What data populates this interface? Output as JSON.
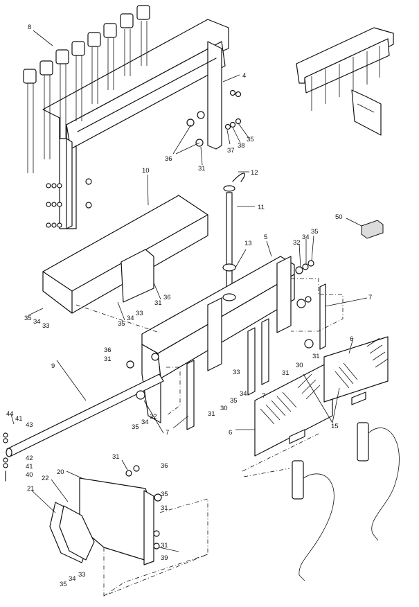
{
  "callouts": [
    {
      "id": "c8",
      "text": "8"
    },
    {
      "id": "c4",
      "text": "4"
    },
    {
      "id": "c36a",
      "text": "36"
    },
    {
      "id": "c31a",
      "text": "31"
    },
    {
      "id": "c37",
      "text": "37"
    },
    {
      "id": "c38",
      "text": "38"
    },
    {
      "id": "c35a",
      "text": "35"
    },
    {
      "id": "c12",
      "text": "12"
    },
    {
      "id": "c10",
      "text": "10"
    },
    {
      "id": "c11",
      "text": "11"
    },
    {
      "id": "c50",
      "text": "50"
    },
    {
      "id": "c13",
      "text": "13"
    },
    {
      "id": "c5",
      "text": "5"
    },
    {
      "id": "c32a",
      "text": "32"
    },
    {
      "id": "c34a",
      "text": "34"
    },
    {
      "id": "c35b",
      "text": "35"
    },
    {
      "id": "c7a",
      "text": "7"
    },
    {
      "id": "c31b",
      "text": "31"
    },
    {
      "id": "c36b",
      "text": "36"
    },
    {
      "id": "c35c",
      "text": "35"
    },
    {
      "id": "c34b",
      "text": "34"
    },
    {
      "id": "c33a",
      "text": "33"
    },
    {
      "id": "c35d",
      "text": "35"
    },
    {
      "id": "c34c",
      "text": "34"
    },
    {
      "id": "c33b",
      "text": "33"
    },
    {
      "id": "c6a",
      "text": "6"
    },
    {
      "id": "c31c",
      "text": "31"
    },
    {
      "id": "c30a",
      "text": "30"
    },
    {
      "id": "c36c",
      "text": "36"
    },
    {
      "id": "c31d",
      "text": "31"
    },
    {
      "id": "c33c",
      "text": "33"
    },
    {
      "id": "c34d",
      "text": "34"
    },
    {
      "id": "c35e",
      "text": "35"
    },
    {
      "id": "c31e",
      "text": "31"
    },
    {
      "id": "c7b",
      "text": "7"
    },
    {
      "id": "c9",
      "text": "9"
    },
    {
      "id": "c30b",
      "text": "30"
    },
    {
      "id": "c31f",
      "text": "31"
    },
    {
      "id": "c32b",
      "text": "32"
    },
    {
      "id": "c34e",
      "text": "34"
    },
    {
      "id": "c35f",
      "text": "35"
    },
    {
      "id": "c7c",
      "text": "7"
    },
    {
      "id": "c6b",
      "text": "6"
    },
    {
      "id": "c15",
      "text": "15"
    },
    {
      "id": "c44",
      "text": "44"
    },
    {
      "id": "c41a",
      "text": "41"
    },
    {
      "id": "c43",
      "text": "43"
    },
    {
      "id": "c42",
      "text": "42"
    },
    {
      "id": "c41b",
      "text": "41"
    },
    {
      "id": "c40",
      "text": "40"
    },
    {
      "id": "c31g",
      "text": "31"
    },
    {
      "id": "c36d",
      "text": "36"
    },
    {
      "id": "c20",
      "text": "20"
    },
    {
      "id": "c22",
      "text": "22"
    },
    {
      "id": "c21",
      "text": "21"
    },
    {
      "id": "c35g",
      "text": "35"
    },
    {
      "id": "c31h",
      "text": "31"
    },
    {
      "id": "c31i",
      "text": "31"
    },
    {
      "id": "c39",
      "text": "39"
    },
    {
      "id": "c35h",
      "text": "35"
    },
    {
      "id": "c34f",
      "text": "34"
    },
    {
      "id": "c33d",
      "text": "33"
    }
  ]
}
